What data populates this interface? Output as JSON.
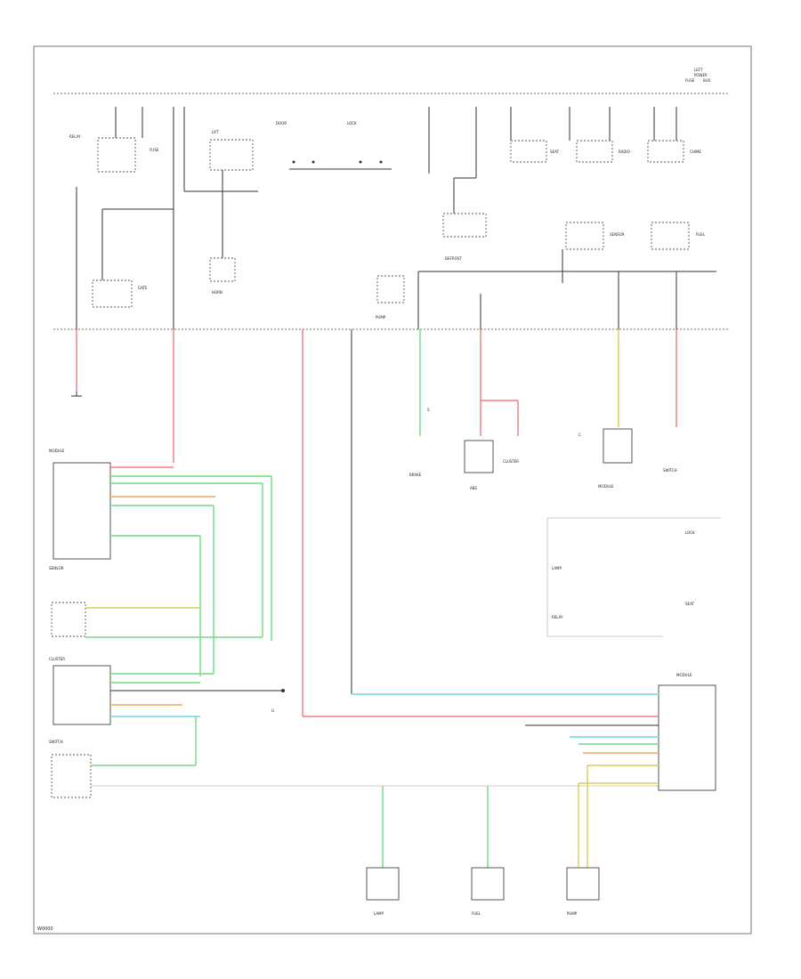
{
  "diagram": {
    "footer_code": "W0000",
    "colors": {
      "green": "#6fdc7f",
      "red": "#f07a86",
      "cyan": "#6fd9e6",
      "yellow": "#d8cf55",
      "orange": "#f0a860",
      "black": "#333333"
    },
    "labels": {
      "lbl_1": "LEFT",
      "lbl_2": "POWER",
      "lbl_3": "FUSE",
      "lbl_4": "BUS",
      "lbl_5": "RELAY",
      "lbl_6": "LIFT",
      "lbl_7": "GATE",
      "lbl_8": "HORN",
      "lbl_9": "DOOR",
      "lbl_10": "LOCK",
      "lbl_11": "SEAT",
      "lbl_12": "RADIO",
      "lbl_13": "CHIME",
      "lbl_14": "DEFROST",
      "lbl_15": "SENSOR",
      "lbl_16": "FUEL",
      "lbl_17": "PUMP",
      "lbl_18": "ABS",
      "lbl_19": "BRAKE",
      "lbl_20": "CLUSTER",
      "lbl_21": "MODULE",
      "lbl_22": "SWITCH",
      "lbl_23": "LAMP",
      "lbl_24": "RELAY",
      "lbl_25": "G",
      "lbl_26": "S",
      "lbl_27": "C"
    }
  }
}
